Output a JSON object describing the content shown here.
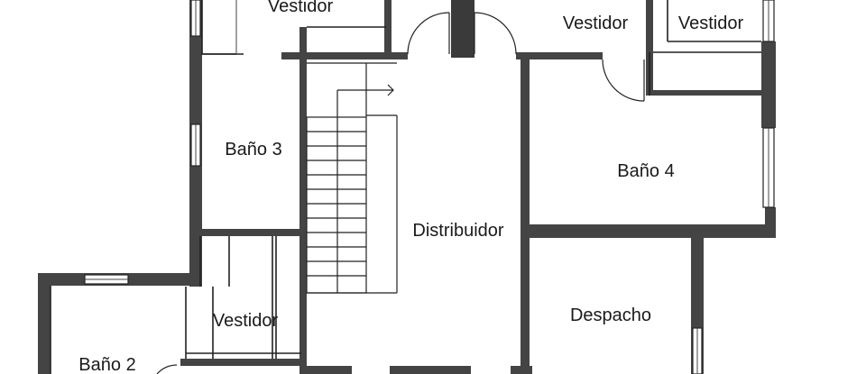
{
  "rooms": {
    "vestidor_top_left": "Vestidor",
    "vestidor_top_center": "Vestidor",
    "vestidor_top_right": "Vestidor",
    "bano_3": "Baño 3",
    "bano_4": "Baño 4",
    "distribuidor": "Distribuidor",
    "vestidor_bottom": "Vestidor",
    "despacho": "Despacho",
    "bano_2": "Baño 2"
  },
  "colors": {
    "wall": "#444444",
    "line": "#222222",
    "background": "#ffffff"
  }
}
